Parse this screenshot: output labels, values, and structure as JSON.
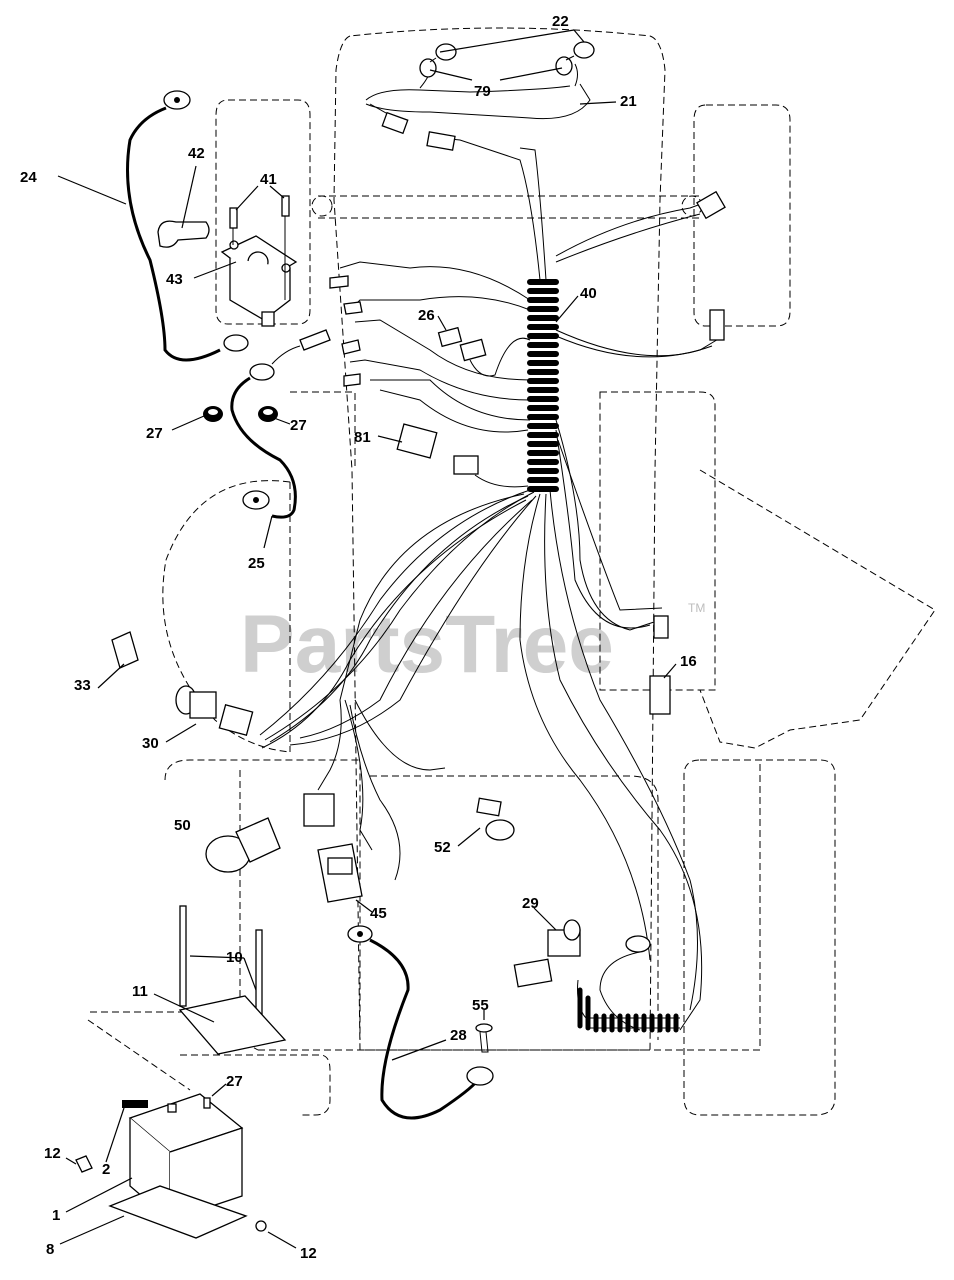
{
  "watermark": {
    "text": "PartsTree",
    "trademark": "TM"
  },
  "labels": {
    "p1": "1",
    "p2": "2",
    "p8": "8",
    "p10": "10",
    "p11": "11",
    "p12a": "12",
    "p12b": "12",
    "p16": "16",
    "p21": "21",
    "p22": "22",
    "p24": "24",
    "p25": "25",
    "p26": "26",
    "p27a": "27",
    "p27b": "27",
    "p27c": "27",
    "p28": "28",
    "p29": "29",
    "p30": "30",
    "p33": "33",
    "p40": "40",
    "p41": "41",
    "p42": "42",
    "p43": "43",
    "p45": "45",
    "p50": "50",
    "p52": "52",
    "p55": "55",
    "p79": "79",
    "p81": "81"
  }
}
